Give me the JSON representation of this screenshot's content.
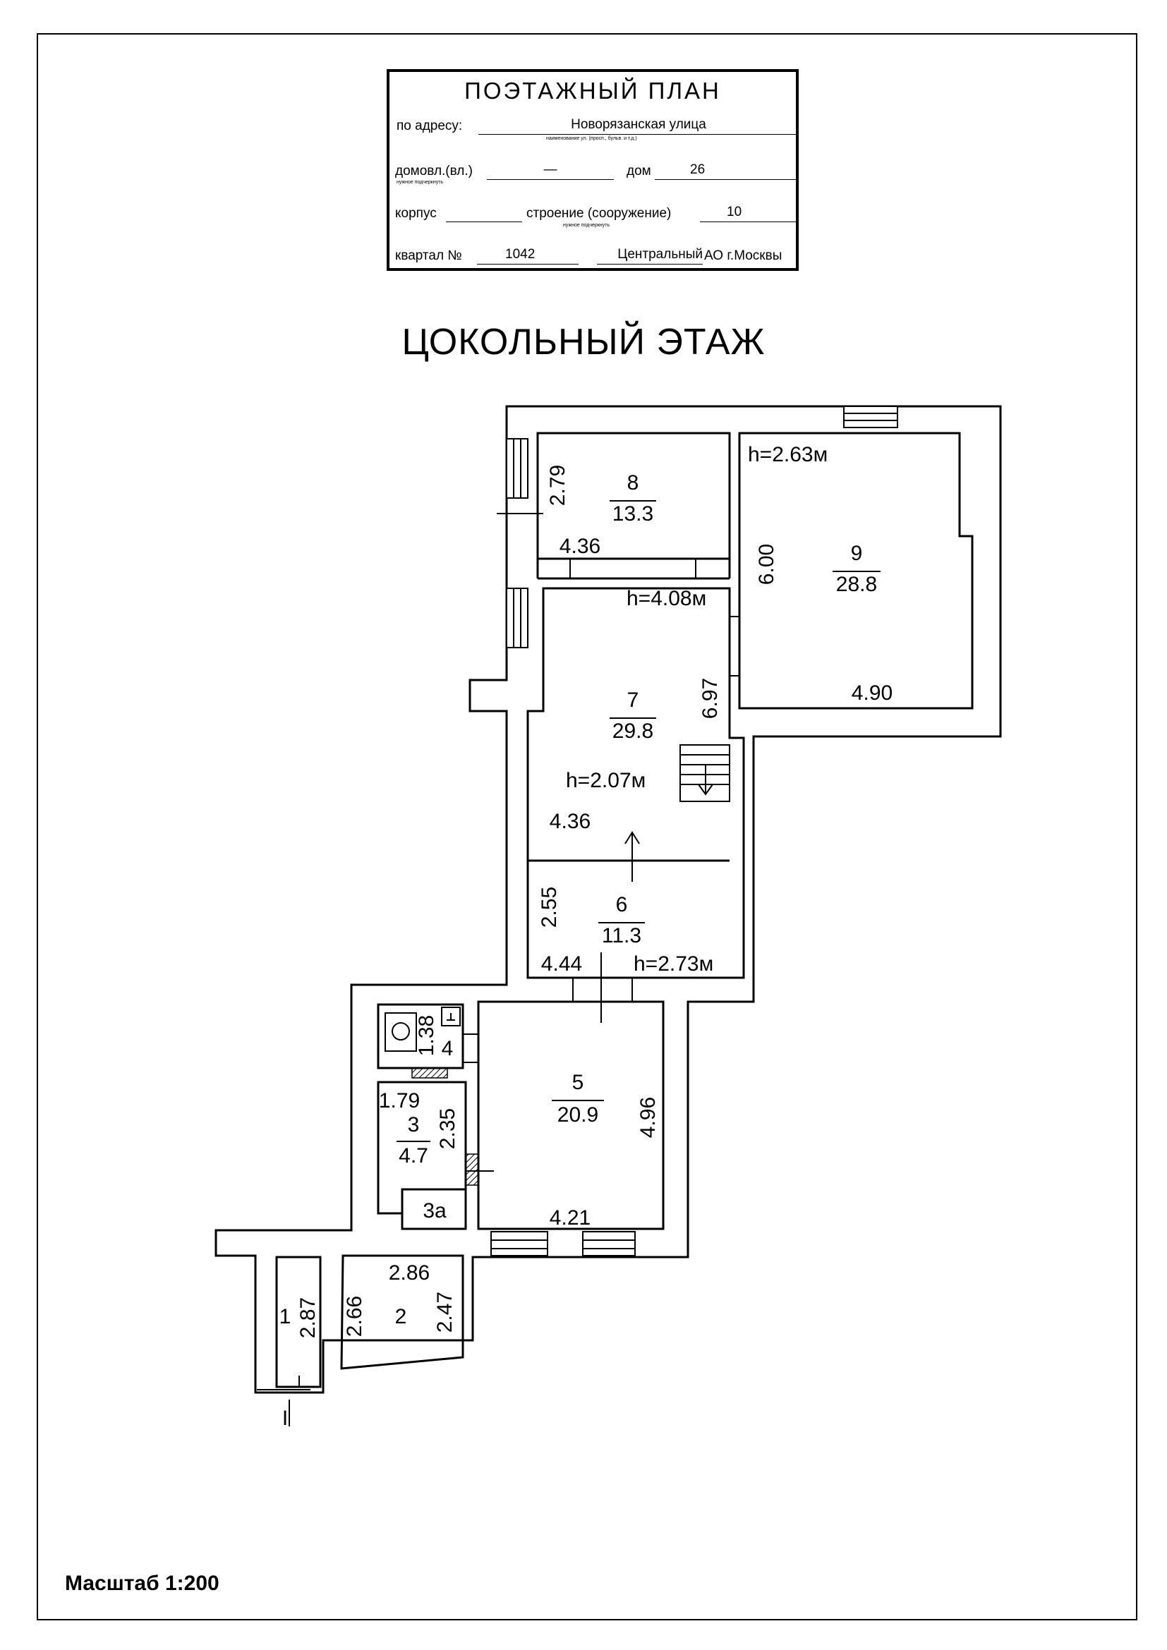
{
  "stamp": {
    "title": "ПОЭТАЖНЫЙ ПЛАН",
    "address_label": "по адресу:",
    "address_value": "Новорязанская улица",
    "address_note": "наименование ул. (просп., бульв. и т.д.)",
    "domovl_label": "домовл.(вл.)",
    "domovl_value": "—",
    "domovl_note": "нужное подчеркнуть",
    "house_label": "дом",
    "house_value": "26",
    "korpus_label": "корпус",
    "stroenie_label": "строение (сооружение)",
    "stroenie_value": "10",
    "stroenie_note": "нужное подчеркнуть",
    "kvartal_label": "квартал №",
    "kvartal_value": "1042",
    "okrug_value": "Центральный",
    "okrug_suffix": "АО г.Москвы"
  },
  "floor_title": "ЦОКОЛЬНЫЙ ЭТАЖ",
  "rooms": [
    {
      "num": "8",
      "area": "13.3"
    },
    {
      "num": "9",
      "area": "28.8"
    },
    {
      "num": "7",
      "area": "29.8"
    },
    {
      "num": "6",
      "area": "11.3"
    },
    {
      "num": "5",
      "area": "20.9"
    },
    {
      "num": "3",
      "area": "4.7"
    },
    {
      "num": "4"
    },
    {
      "num": "3а"
    },
    {
      "num": "2"
    },
    {
      "num": "1"
    }
  ],
  "dimensions": {
    "r8_h": "2.79",
    "r8_w": "4.36",
    "r9_h": "6.00",
    "r9_w": "4.90",
    "r9_height": "h=2.63м",
    "r7_height_top": "h=4.08м",
    "r7_h": "6.97",
    "r7_height": "h=2.07м",
    "r7_w": "4.36",
    "r6_h": "2.55",
    "r6_w": "4.44",
    "r6_height": "h=2.73м",
    "r4_h": "1.38",
    "r3_w": "1.79",
    "r3_h": "2.35",
    "r5_h": "4.96",
    "r5_w": "4.21",
    "r2_w": "2.86",
    "r2_h_left": "2.66",
    "r2_h_right": "2.47",
    "r1_h": "2.87"
  },
  "section_mark": "I",
  "scale": "Масштаб 1:200"
}
